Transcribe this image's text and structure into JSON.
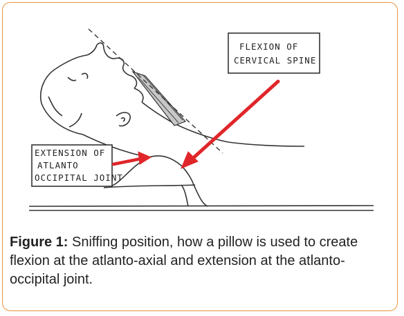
{
  "figure": {
    "label": "Figure 1:",
    "caption_text": " Sniffing position, how a pillow is used to create flexion at the atlanto-axial and extension at the atlanto-occipital joint.",
    "frame_color": "#e8933a"
  },
  "illustration": {
    "label_flexion_line1": "FLEXION OF",
    "label_flexion_line2": "CERVICAL SPINE",
    "label_extension_line1": "EXTENSION OF",
    "label_extension_line2": "ATLANTO",
    "label_extension_line3": "OCCIPITAL JOINT",
    "arrow_color": "#e0262a",
    "icons": [
      "head-profile-drawing",
      "pillow-drawing",
      "table-drawing",
      "red-arrow"
    ]
  }
}
